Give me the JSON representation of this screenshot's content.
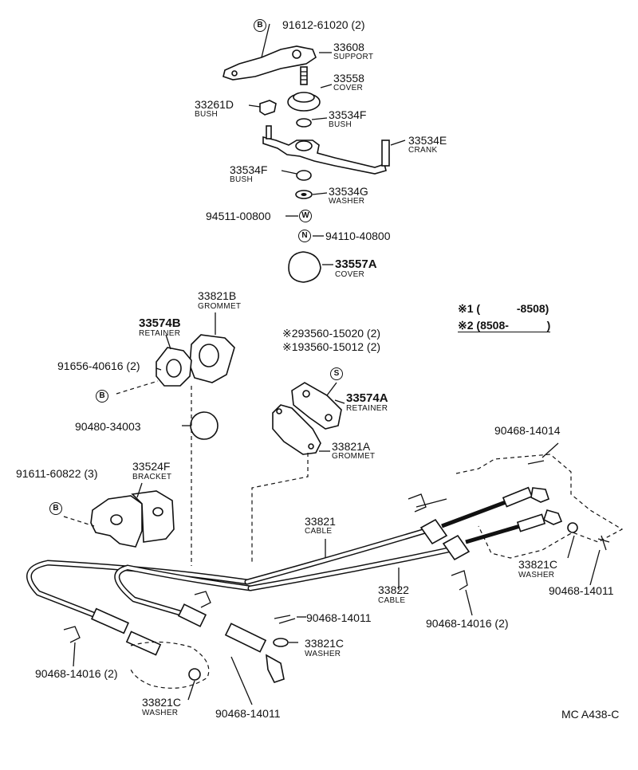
{
  "parts": {
    "b91612": "91612-61020 (2)",
    "support_no": "33608",
    "support_nm": "SUPPORT",
    "cover_no": "33558",
    "cover_nm": "COVER",
    "bush1_no": "33261D",
    "bush1_nm": "BUSH",
    "bush2_no": "33534F",
    "bush2_nm": "BUSH",
    "crank_no": "33534E",
    "crank_nm": "CRANK",
    "bush3_no": "33534F",
    "bush3_nm": "BUSH",
    "washer_no": "33534G",
    "washer_nm": "WASHER",
    "w94511": "94511-00800",
    "n94110": "94110-40800",
    "cover2_no": "33557A",
    "cover2_nm": "COVER",
    "grommet_b_no": "33821B",
    "grommet_b_nm": "GROMMET",
    "retainer_b_no": "33574B",
    "retainer_b_nm": "RETAINER",
    "b91656": "91656-40616 (2)",
    "p90480": "90480-34003",
    "s93560_2": "※293560-15020 (2)",
    "s93560_1": "※193560-15012 (2)",
    "retainer_a_no": "33574A",
    "retainer_a_nm": "RETAINER",
    "grommet_a_no": "33821A",
    "grommet_a_nm": "GROMMET",
    "b91611": "91611-60822 (3)",
    "bracket_no": "33524F",
    "bracket_nm": "BRACKET",
    "cable1_no": "33821",
    "cable1_nm": "CABLE",
    "cable2_no": "33822",
    "cable2_nm": "CABLE",
    "clip_14014": "90468-14014",
    "washer_c_right_no": "33821C",
    "washer_c_right_nm": "WASHER",
    "clip_14011_right": "90468-14011",
    "clip_14016_right": "90468-14016 (2)",
    "clip_14011_mid": "90468-14011",
    "washer_c_mid_no": "33821C",
    "washer_c_mid_nm": "WASHER",
    "clip_14016_left": "90468-14016 (2)",
    "washer_c_bot_no": "33821C",
    "washer_c_bot_nm": "WASHER",
    "clip_14011_bot": "90468-14011"
  },
  "symbols": {
    "b": "B",
    "w": "W",
    "n": "N",
    "s": "S"
  },
  "legend": {
    "row1_mark": "※1",
    "row1_range": "-8508)",
    "row2_mark": "※2",
    "row2_range": "(8508-",
    "open_paren": "(",
    "close_paren": ")"
  },
  "diagram_code": "MC A438-C"
}
